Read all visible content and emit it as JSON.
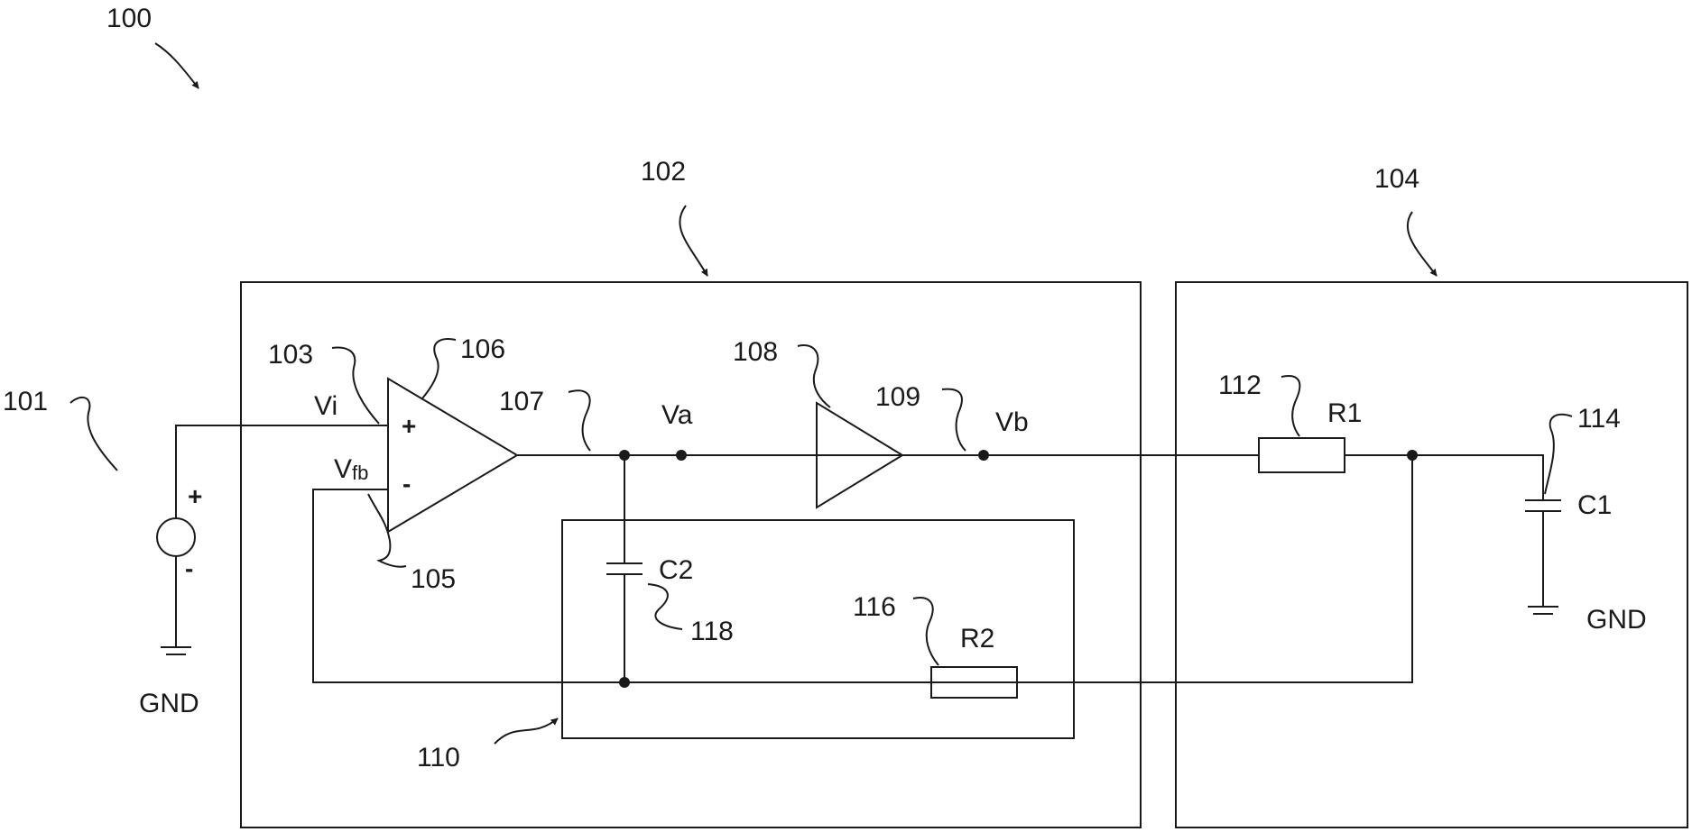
{
  "figure_number": "100",
  "blocks": {
    "block_102": "102",
    "block_104": "104",
    "feedback_network": "110"
  },
  "source": {
    "ref": "101",
    "plus": "+",
    "minus": "-",
    "ground": "GND"
  },
  "opamp": {
    "ref": "106",
    "plus_input_ref": "103",
    "minus_input_ref": "105",
    "plus_sign": "+",
    "minus_sign": "-",
    "input_voltage": "Vi",
    "feedback_voltage_base": "V",
    "feedback_voltage_sub": "fb"
  },
  "node_a": {
    "ref": "107",
    "label": "Va"
  },
  "buffer": {
    "ref": "108"
  },
  "node_b": {
    "ref": "109",
    "label": "Vb"
  },
  "capacitor_c2": {
    "name": "C2",
    "ref": "118"
  },
  "resistor_r2": {
    "name": "R2",
    "ref": "116"
  },
  "resistor_r1": {
    "name": "R1",
    "ref": "112"
  },
  "capacitor_c1": {
    "name": "C1",
    "ref": "114"
  },
  "load_ground": "GND",
  "colors": {
    "ink": "#1a1a1a",
    "background": "#ffffff"
  }
}
